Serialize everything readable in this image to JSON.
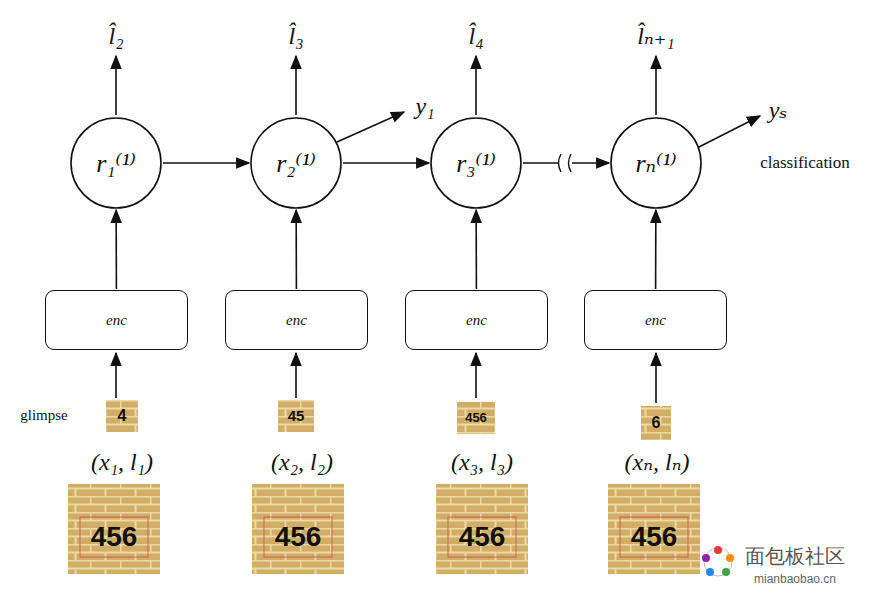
{
  "diagram": {
    "nodes": [
      {
        "text": [
          "r₁⁽¹⁾"
        ]
      },
      {
        "text": [
          "r₂⁽¹⁾"
        ]
      },
      {
        "text": [
          "r₃⁽¹⁾"
        ]
      },
      {
        "text": [
          "rₙ⁽¹⁾"
        ]
      },
      {
        "text": [
          "enc"
        ]
      },
      {
        "text": [
          "enc"
        ]
      },
      {
        "text": [
          "enc"
        ]
      },
      {
        "text": [
          "enc"
        ]
      }
    ],
    "edges": [
      {
        "from": 0,
        "to": 1,
        "arrow": "to"
      },
      {
        "from": 1,
        "to": 2,
        "arrow": "to"
      },
      {
        "from": 2,
        "to": 3,
        "arrow": "to"
      },
      {
        "from": 4,
        "to": 0,
        "arrow": "to"
      },
      {
        "from": 5,
        "to": 1,
        "arrow": "to"
      },
      {
        "from": 6,
        "to": 2,
        "arrow": "to"
      },
      {
        "from": 7,
        "to": 3,
        "arrow": "to"
      }
    ],
    "labels": [
      "l̂₂",
      "l̂₃",
      "l̂₄",
      "l̂ₙ₊₁",
      "y₁",
      "yₛ",
      "classification",
      "glimpse",
      "(x₁, l₁)",
      "(x₂, l₂)",
      "(x₃, l₃)",
      "(xₙ, lₙ)",
      "4",
      "45",
      "456",
      "6",
      "456",
      "456",
      "456",
      "456",
      "面包板社区",
      "mianbaobao.cn"
    ]
  }
}
